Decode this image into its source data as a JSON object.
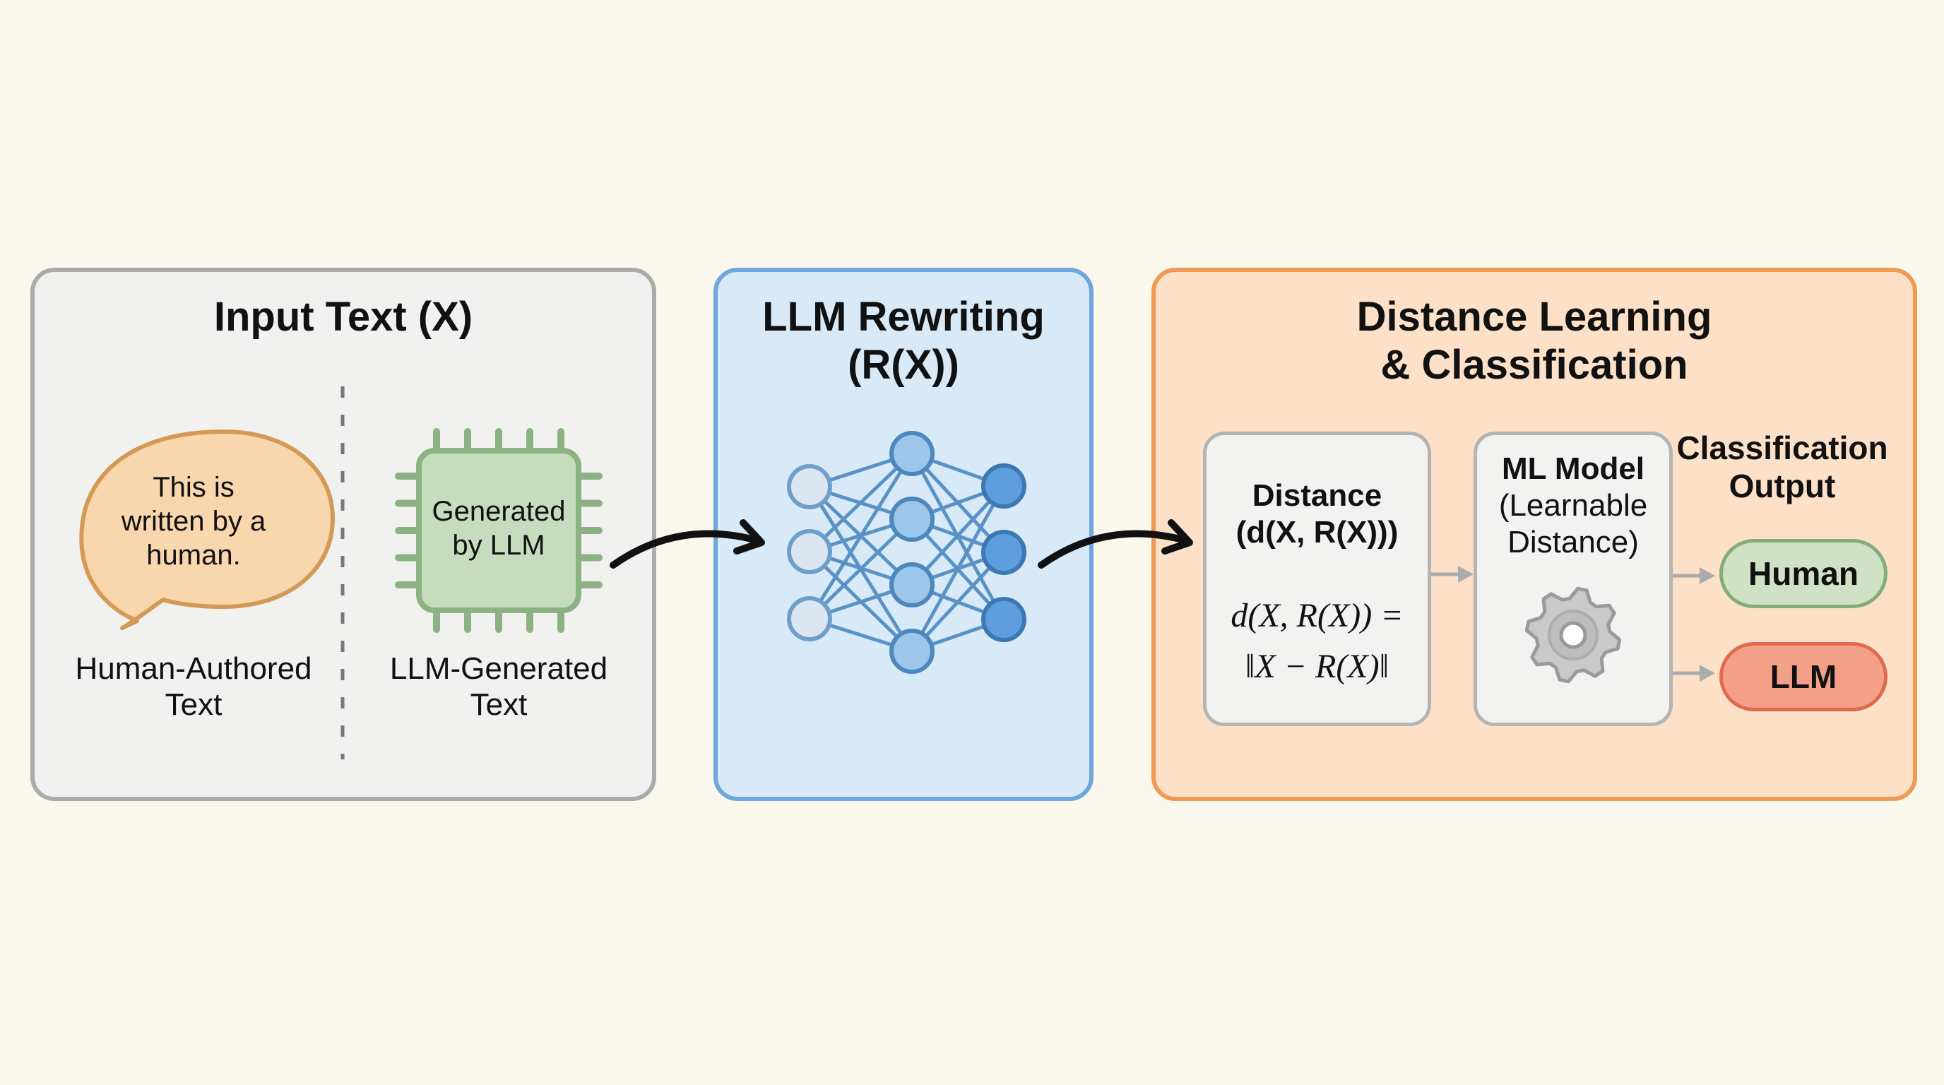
{
  "panels": {
    "input": {
      "title": "Input Text (X)",
      "speech_bubble_text": [
        "This is",
        "written by a",
        "human."
      ],
      "chip_text": [
        "Generated",
        "by LLM"
      ],
      "left_label": [
        "Human-Authored",
        "Text"
      ],
      "right_label": [
        "LLM-Generated",
        "Text"
      ]
    },
    "rewrite": {
      "title": [
        "LLM Rewriting",
        "(R(X))"
      ],
      "network_layers": [
        3,
        4,
        3
      ]
    },
    "distance": {
      "title": [
        "Distance Learning",
        "& Classification"
      ],
      "distance_box": {
        "title": "Distance",
        "subtitle": "(d(X, R(X)))",
        "formula": [
          "d(X, R(X)) =",
          "‖X − R(X)‖"
        ]
      },
      "model_box": {
        "title": "ML Model",
        "subtitle": [
          "(Learnable",
          "Distance)"
        ],
        "icon": "gear-icon"
      },
      "output": {
        "title": [
          "Classification",
          "Output"
        ],
        "classes": [
          "Human",
          "LLM"
        ]
      }
    }
  },
  "colors": {
    "background": "#FAF7EC",
    "input_panel": "#ABABAB",
    "rewrite_panel": "#6EA6DD",
    "distance_panel": "#EF9A55",
    "human": "#84AC78",
    "llm": "#E06A4E"
  }
}
